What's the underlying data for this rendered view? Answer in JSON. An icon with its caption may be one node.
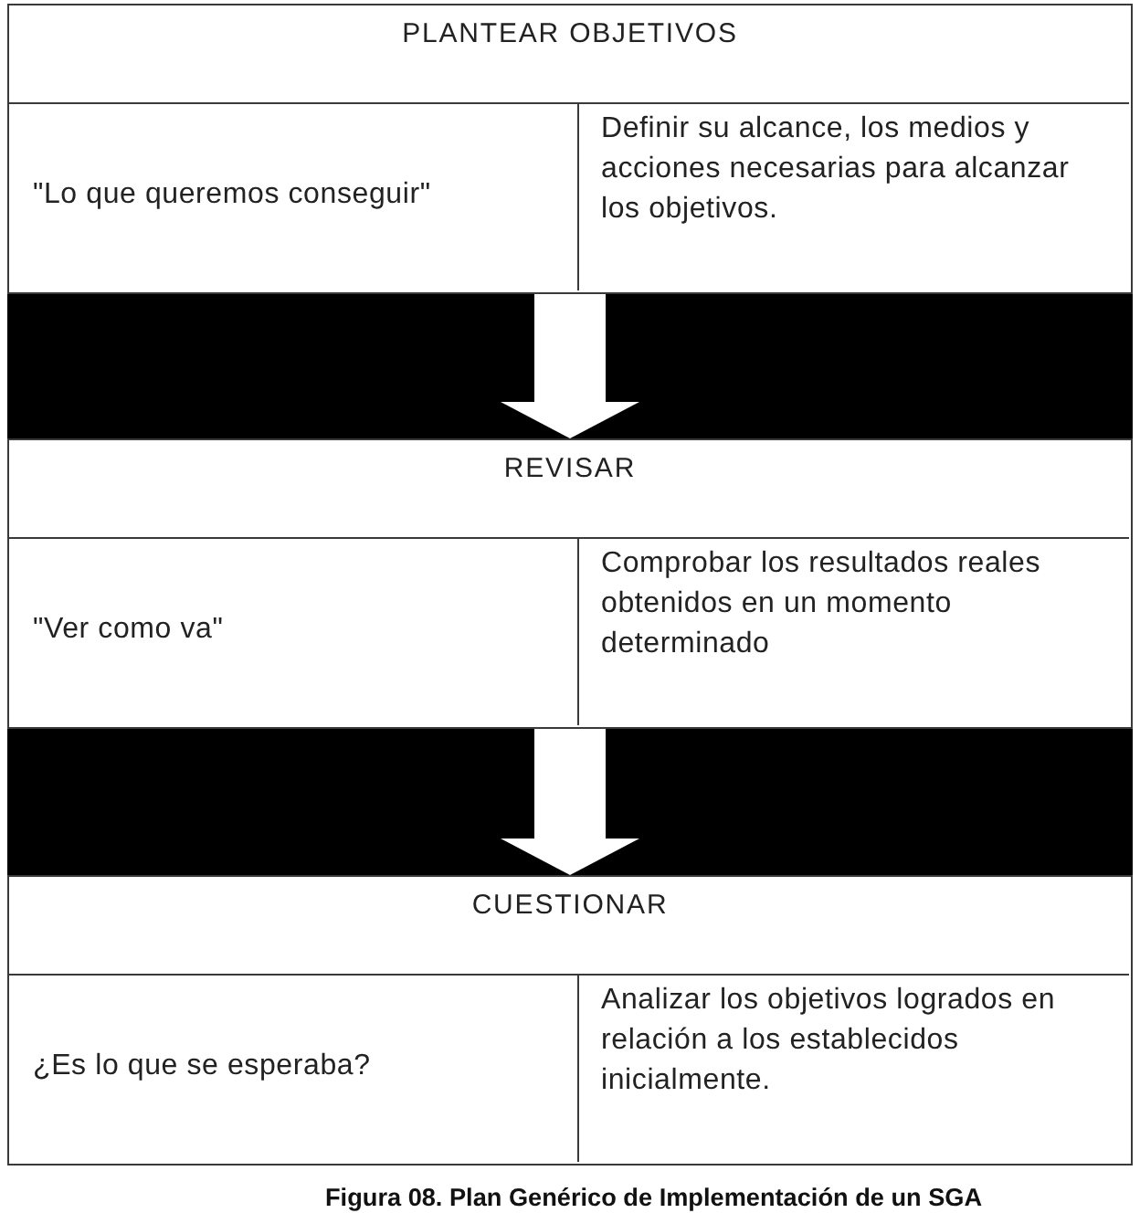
{
  "diagram": {
    "caption": "Figura 08. Plan Genérico de Implementación de un SGA",
    "nodes": [
      {
        "text": [
          "PLANTEAR OBJETIVOS"
        ]
      },
      {
        "text": [
          "\"Lo que queremos conseguir\""
        ],
        "in": 0
      },
      {
        "text": [
          "Definir su alcance, los medios y acciones necesarias para alcanzar los objetivos."
        ],
        "in": 0
      },
      {
        "text": [
          "REVISAR"
        ]
      },
      {
        "text": [
          "\"Ver como va\""
        ],
        "in": 3
      },
      {
        "text": [
          "Comprobar los resultados reales obtenidos en un momento determinado"
        ],
        "in": 3
      },
      {
        "text": [
          "CUESTIONAR"
        ]
      },
      {
        "text": [
          "¿Es lo que se esperaba?"
        ],
        "in": 6
      },
      {
        "text": [
          "Analizar los objetivos logrados en relación a los establecidos inicialmente."
        ],
        "in": 6
      }
    ],
    "edges": [
      {
        "from": 0,
        "to": 3,
        "arrow": "to"
      },
      {
        "from": 3,
        "to": 6,
        "arrow": "to"
      }
    ]
  }
}
